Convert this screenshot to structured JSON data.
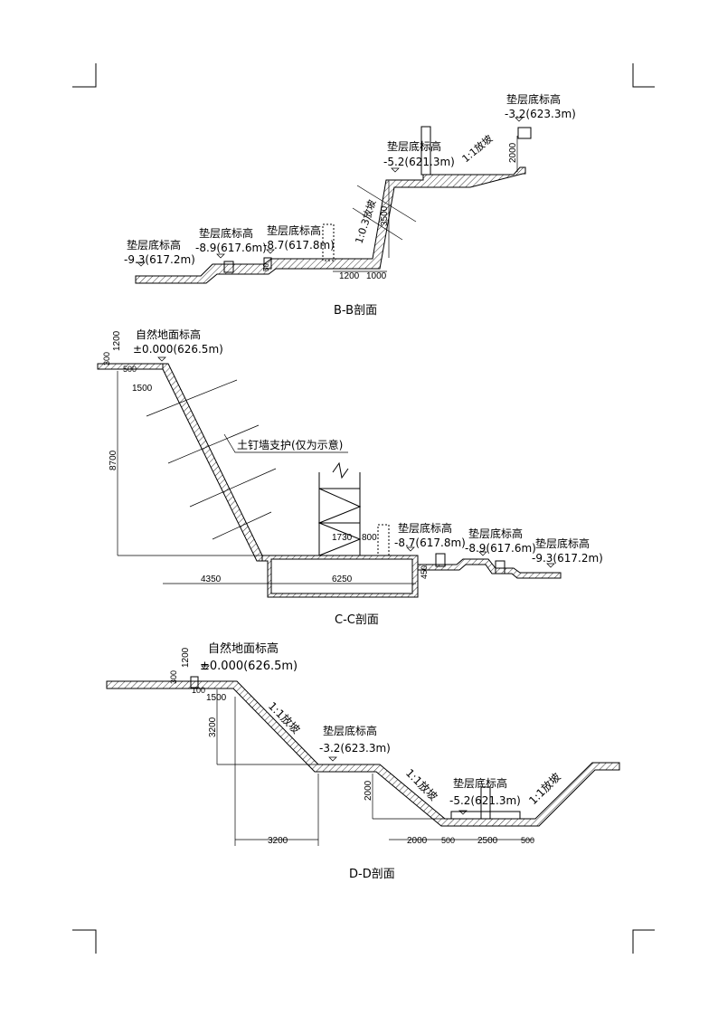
{
  "sections": {
    "bb": {
      "title": "B-B剖面",
      "label_pad": "垫层底标高",
      "elev1": "-9.3(617.2m)",
      "elev2": "-8.9(617.6m)",
      "elev3": "-8.7(617.8m)",
      "elev4": "-5.2(621.3m)",
      "elev5": "-3.2(623.3m)",
      "slope1": "1:0.3放坡",
      "slope2": "1:1放坡",
      "dim_1200": "1200",
      "dim_1000": "1000",
      "dim_3500": "3500",
      "dim_2000": "2000",
      "dim_50": "50"
    },
    "cc": {
      "title": "C-C剖面",
      "label_ground": "自然地面标高",
      "elev0": "±0.000(626.5m)",
      "label_pad": "垫层底标高",
      "elev1": "-8.7(617.8m)",
      "elev2": "-8.9(617.6m)",
      "elev3": "-9.3(617.2m)",
      "nail_wall": "土钉墙支护(仅为示意)",
      "dim_1200": "1200",
      "dim_300": "300",
      "dim_500": "500",
      "dim_1500": "1500",
      "dim_8700": "8700",
      "dim_4350": "4350",
      "dim_6250": "6250",
      "dim_1730": "1730",
      "dim_800": "800",
      "dim_450": "450"
    },
    "dd": {
      "title": "D-D剖面",
      "label_ground": "自然地面标高",
      "elev0": "±0.000(626.5m)",
      "label_pad": "垫层底标高",
      "elev1": "-3.2(623.3m)",
      "elev2": "-5.2(621.3m)",
      "slope": "1:1放坡",
      "dim_1200": "1200",
      "dim_300": "300",
      "dim_100": "100",
      "dim_1500": "1500",
      "dim_3200v": "3200",
      "dim_3200h": "3200",
      "dim_2000v": "2000",
      "dim_2000h": "2000",
      "dim_500": "500",
      "dim_2500": "2500"
    }
  }
}
